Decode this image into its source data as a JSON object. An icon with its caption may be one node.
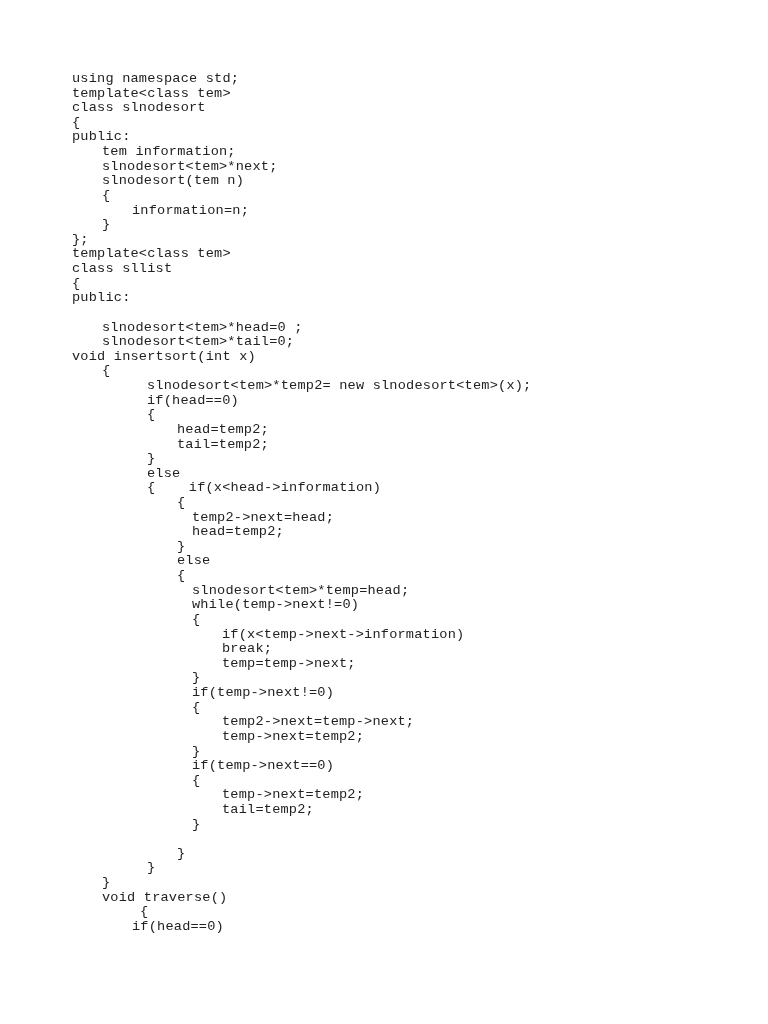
{
  "diagram": {
    "labels": [
      "using namespace std;",
      "template<class tem>",
      "class slnodesort",
      "{",
      "public:",
      "tem information;",
      "slnodesort<tem>*next;",
      "slnodesort(tem n)",
      "{",
      "information=n;",
      "}",
      "};",
      "template<class tem>",
      "class sllist",
      "{",
      "public:",
      "slnodesort<tem>*head=0 ;",
      "slnodesort<tem>*tail=0;",
      "void insertsort(int x)",
      "{",
      "slnodesort<tem>*temp2= new slnodesort<tem>(x);",
      "if(head==0)",
      "{",
      "head=temp2;",
      "tail=temp2;",
      "}",
      "else",
      "{    if(x<head->information)",
      "{",
      "temp2->next=head;",
      "head=temp2;",
      "}",
      "else",
      "{",
      "slnodesort<tem>*temp=head;",
      "while(temp->next!=0)",
      "{",
      "if(x<temp->next->information)",
      "break;",
      "temp=temp->next;",
      "}",
      "if(temp->next!=0)",
      "{",
      "temp2->next=temp->next;",
      "temp->next=temp2;",
      "}",
      "if(temp->next==0)",
      "{",
      "temp->next=temp2;",
      "tail=temp2;",
      "}",
      "}",
      "}",
      "}",
      "void traverse()",
      "{",
      "if(head==0)"
    ]
  }
}
